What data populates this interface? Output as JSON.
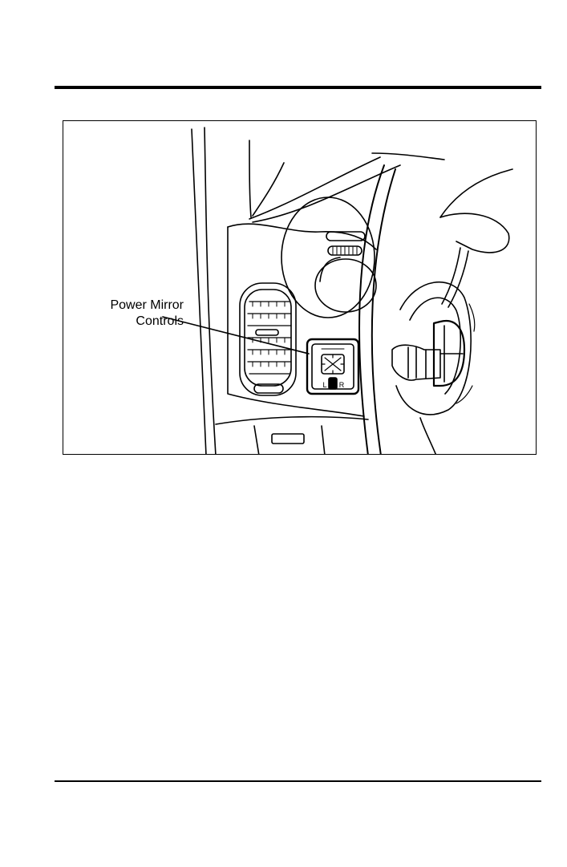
{
  "figure": {
    "callout": {
      "line1": "Power Mirror",
      "line2": "Controls"
    },
    "switch_letters": {
      "left": "L",
      "right": "R"
    }
  }
}
